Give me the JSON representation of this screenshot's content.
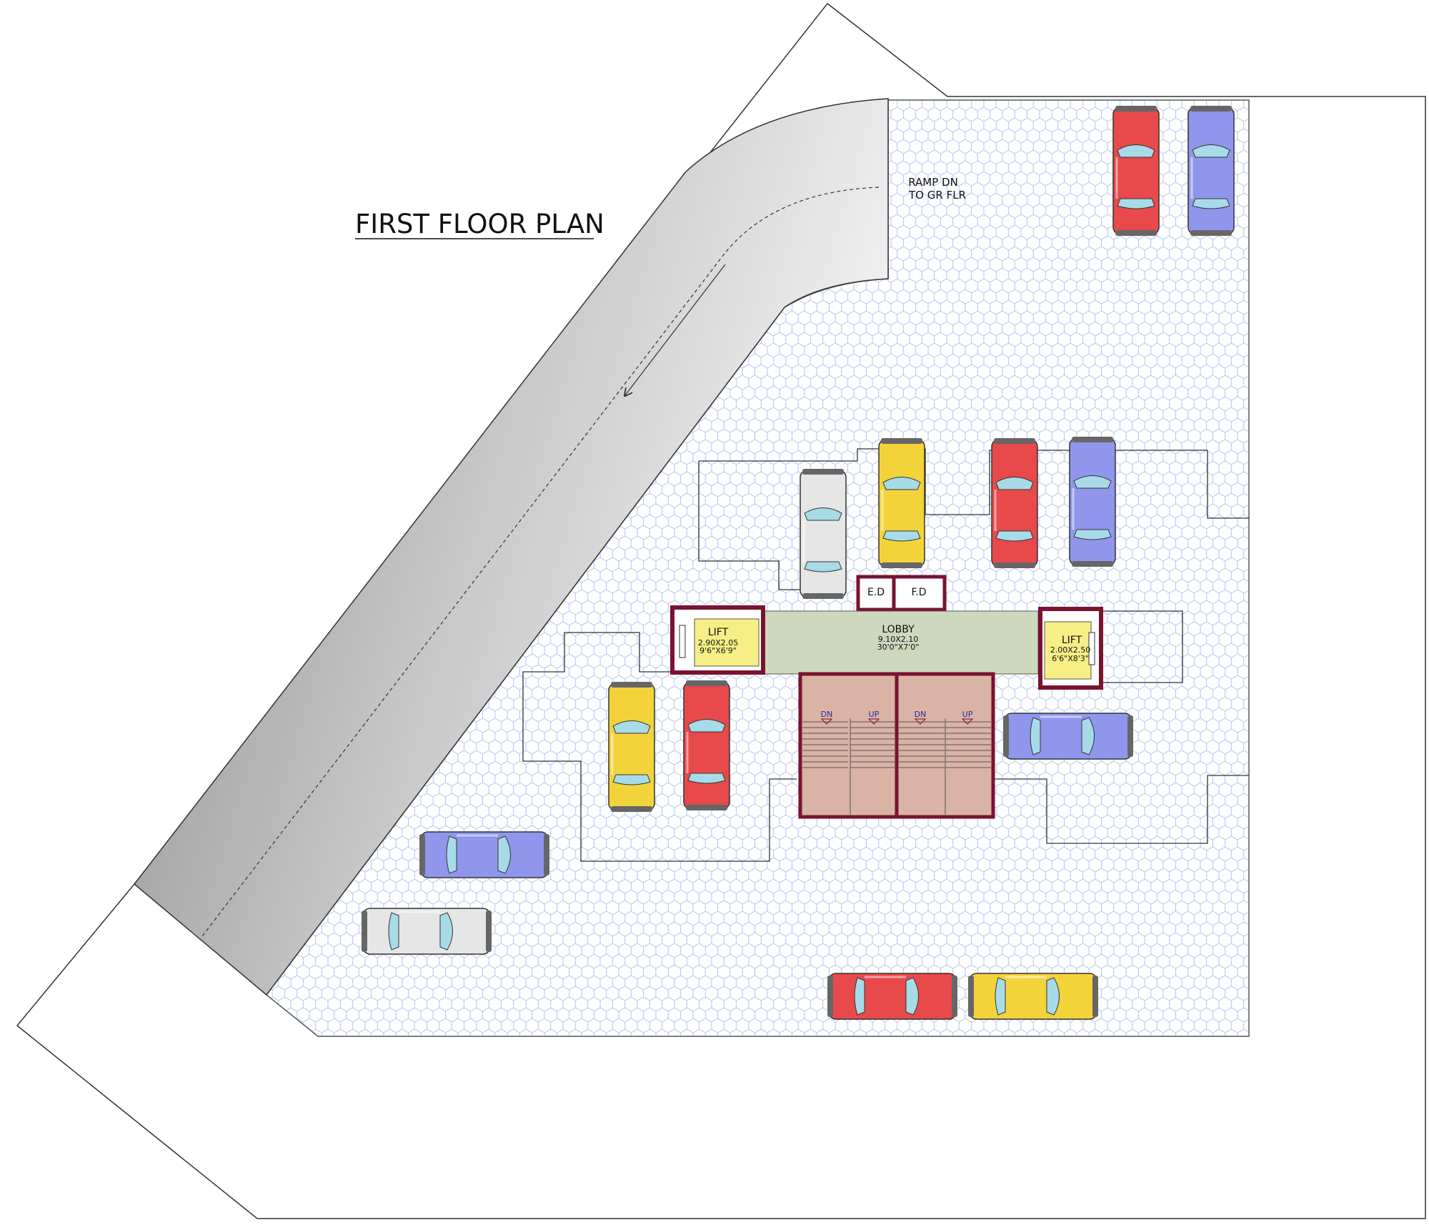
{
  "title": "FIRST FLOOR PLAN",
  "ramp_label": [
    "RAMP DN",
    "TO GR FLR"
  ],
  "rooms": {
    "ed": "E.D",
    "fd": "F.D",
    "lobby": {
      "name": "LOBBY",
      "dim_m": "9.10X2.10",
      "dim_ft": "30'0\"X7'0\""
    },
    "lift_left": {
      "name": "LIFT",
      "dim_m": "2.90X2.05",
      "dim_ft": "9'6\"X6'9\""
    },
    "lift_right": {
      "name": "LIFT",
      "dim_m": "2.00X2.50",
      "dim_ft": "6'6\"X8'3\""
    }
  },
  "stairs": [
    {
      "dn": "DN",
      "up": "UP"
    },
    {
      "dn": "DN",
      "up": "UP"
    }
  ],
  "colors": {
    "red": "#e8494a",
    "blue": "#8f96ec",
    "yellow": "#f2d33a",
    "white": "#e6e6e6",
    "wall": "#7a1230",
    "lobby": "#cdd8bd",
    "lift": "#f7ef86",
    "stair": "#d9b3a4",
    "floor_line": "#9db4e6"
  },
  "cars": [
    {
      "color": "red"
    },
    {
      "color": "blue"
    },
    {
      "color": "white"
    },
    {
      "color": "yellow"
    },
    {
      "color": "red"
    },
    {
      "color": "blue"
    },
    {
      "color": "yellow"
    },
    {
      "color": "red"
    },
    {
      "color": "blue"
    },
    {
      "color": "blue"
    },
    {
      "color": "white"
    },
    {
      "color": "red"
    },
    {
      "color": "yellow"
    }
  ]
}
